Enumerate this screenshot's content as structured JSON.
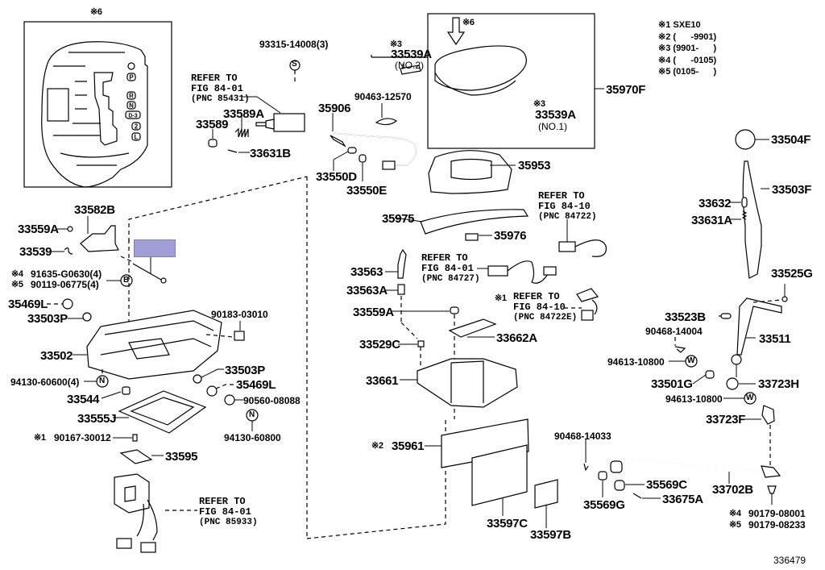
{
  "figure_number": "336479",
  "legend": [
    {
      "mark": "※1",
      "text": "SXE10"
    },
    {
      "mark": "※2",
      "text": "(      -9901)"
    },
    {
      "mark": "※3",
      "text": "(9901-      )"
    },
    {
      "mark": "※4",
      "text": "(      -0105)"
    },
    {
      "mark": "※5",
      "text": "(0105-      )"
    }
  ],
  "inset_label": "※6",
  "inset_shift_positions": [
    "P",
    "R",
    "N",
    "D-3",
    "2",
    "L"
  ],
  "arrow_label": "※6",
  "highlight": {
    "color": "#9f9fd6"
  },
  "symbols": {
    "S": "S",
    "B": "B",
    "N": "N",
    "W": "W"
  },
  "parts": {
    "p93315": "93315-14008(3)",
    "p33589A": "33589A",
    "p33589": "33589",
    "p33631B": "33631B",
    "p35906": "35906",
    "p33550D": "33550D",
    "p33550E": "33550E",
    "p90463": "90463-12570",
    "p33539A_no2_mark": "※3",
    "p33539A_no2": "33539A",
    "p33539A_no2_sub": "(NO.2)",
    "p33539A_no1_mark": "※3",
    "p33539A_no1": "33539A",
    "p33539A_no1_sub": "(NO.1)",
    "p35970F": "35970F",
    "p35953": "35953",
    "p35975": "35975",
    "p35976": "35976",
    "p33563": "33563",
    "p33563A": "33563A",
    "p33559A_mid": "33559A",
    "p33529C": "33529C",
    "p33662A": "33662A",
    "p33661": "33661",
    "p35961_mark": "※2",
    "p35961": "35961",
    "p33597C": "33597C",
    "p33597B": "33597B",
    "p33582B": "33582B",
    "p33559A_left": "33559A",
    "p33539": "33539",
    "p91635_mark": "※4",
    "p91635": "91635-G0630(4)",
    "p90119_mark": "※5",
    "p90119": "90119-06775(4)",
    "p35469L_top": "35469L",
    "p33503P_top": "33503P",
    "p90183": "90183-03010",
    "p33502": "33502",
    "p33503P_bot": "33503P",
    "p35469L_bot": "35469L",
    "p94130_606": "94130-60600(4)",
    "p33544": "33544",
    "p90560": "90560-08088",
    "p33555J": "33555J",
    "p94130_608": "94130-60800",
    "p90167_mark": "※1",
    "p90167": "90167-30012",
    "p33595": "33595",
    "p33504F": "33504F",
    "p33503F": "33503F",
    "p33632": "33632",
    "p33631A": "33631A",
    "p33525G": "33525G",
    "p33523B": "33523B",
    "p90468_14004": "90468-14004",
    "p33511": "33511",
    "p94613_a": "94613-10800",
    "p33501G": "33501G",
    "p33723H": "33723H",
    "p94613_b": "94613-10800",
    "p33723F": "33723F",
    "p90468_14033": "90468-14033",
    "p35569C": "35569C",
    "p35569G": "35569G",
    "p33675A": "33675A",
    "p33702B": "33702B",
    "p90179_mark4": "※4",
    "p90179_08001": "90179-08001",
    "p90179_mark5": "※5",
    "p90179_08233": "90179-08233"
  },
  "refs": {
    "r85431": {
      "line1": "REFER TO",
      "line2": "FIG 84-01",
      "line3": "(PNC 85431)"
    },
    "r84722": {
      "line1": "REFER TO",
      "line2": "FIG 84-10",
      "line3": "(PNC 84722)"
    },
    "r84727": {
      "line1": "REFER TO",
      "line2": "FIG 84-01",
      "line3": "(PNC 84727)"
    },
    "r84722E": {
      "mark": "※1",
      "line1": "REFER TO",
      "line2": "FIG 84-10",
      "line3": "(PNC 84722E)"
    },
    "r85933": {
      "line1": "REFER TO",
      "line2": "FIG 84-01",
      "line3": "(PNC 85933)"
    }
  }
}
